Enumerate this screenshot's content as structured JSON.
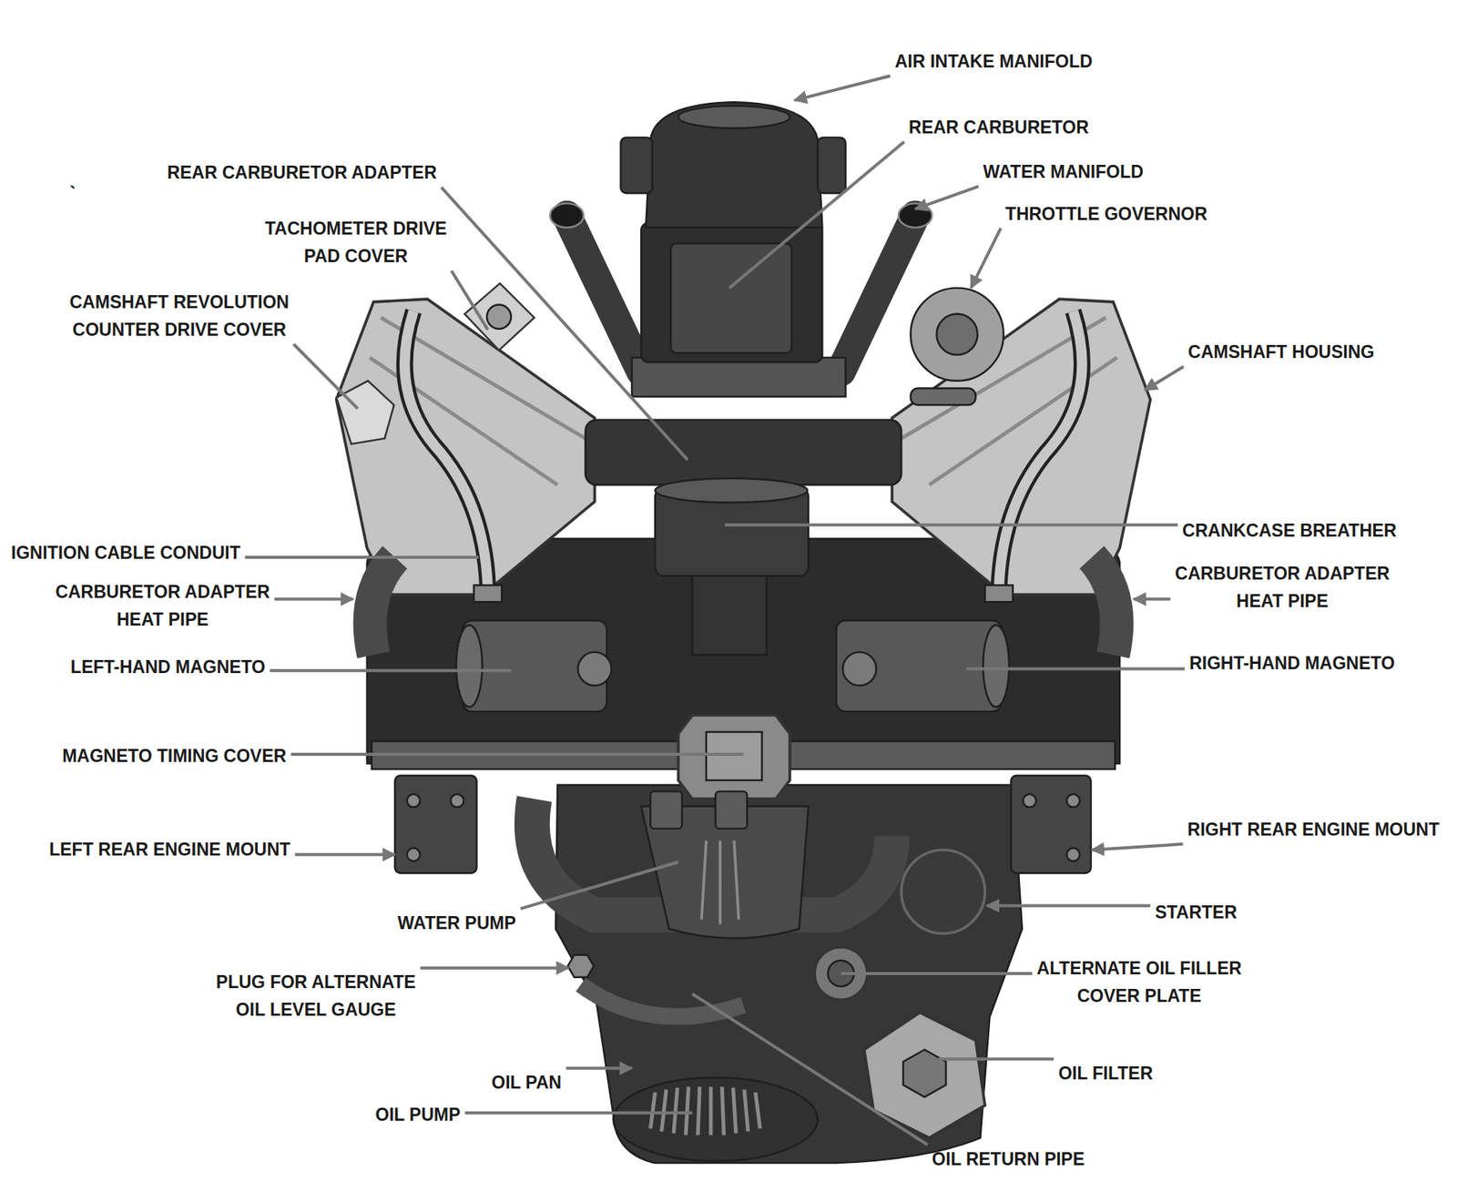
{
  "diagram": {
    "labels": [
      "AIR INTAKE MANIFOLD",
      "REAR CARBURETOR",
      "REAR CARBURETOR ADAPTER",
      "WATER MANIFOLD",
      "`",
      "THROTTLE GOVERNOR",
      "TACHOMETER DRIVE PAD COVER",
      "CAMSHAFT REVOLUTION COUNTER DRIVE COVER",
      "CAMSHAFT HOUSING",
      "CRANKCASE BREATHER",
      "IGNITION CABLE CONDUIT",
      "CARBURETOR ADAPTER HEAT PIPE",
      "CARBURETOR ADAPTER HEAT PIPE",
      "RIGHT-HAND MAGNETO",
      "LEFT-HAND MAGNETO",
      "MAGNETO TIMING COVER",
      "RIGHT REAR ENGINE MOUNT",
      "LEFT REAR ENGINE MOUNT",
      "STARTER",
      "WATER PUMP",
      "ALTERNATE OIL FILLER COVER PLATE",
      "PLUG FOR ALTERNATE OIL LEVEL GAUGE",
      "OIL FILTER",
      "OIL PAN",
      "OIL PUMP",
      "OIL RETURN PIPE"
    ]
  }
}
